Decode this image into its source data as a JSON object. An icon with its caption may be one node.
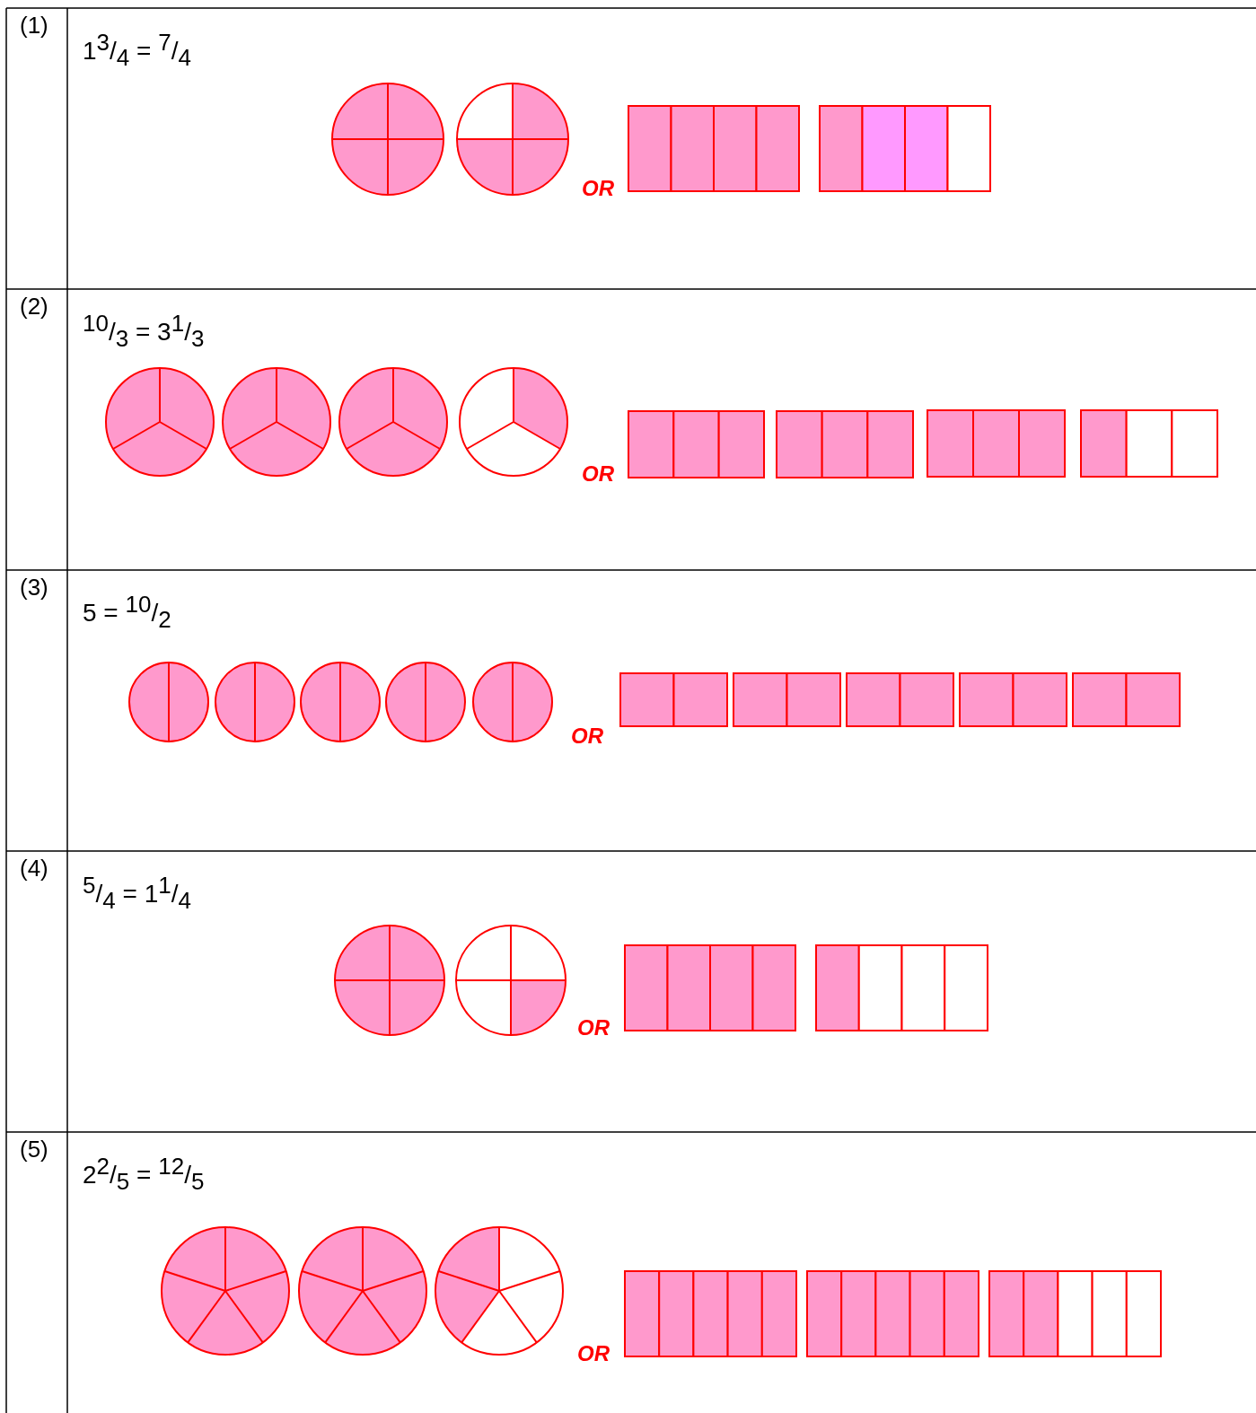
{
  "diagram": {
    "labels": [
      "(1)",
      "1$^{3}$/$_{4}$ = $^{7}$/$_{4}$",
      "OR",
      "(2)",
      "$^{10}$/$_{3}$ = 3$^{1}$/$_{3}$",
      "OR",
      "(3)",
      "5 = $^{10}$/$_{2}$",
      "OR",
      "(4)",
      "$^{5}$/$_{4}$ = 1$^{1}$/$_{4}$",
      "OR",
      "(5)",
      "2$^{2}$/$_{5}$ = $^{12}$/$_{5}$",
      "OR"
    ]
  }
}
